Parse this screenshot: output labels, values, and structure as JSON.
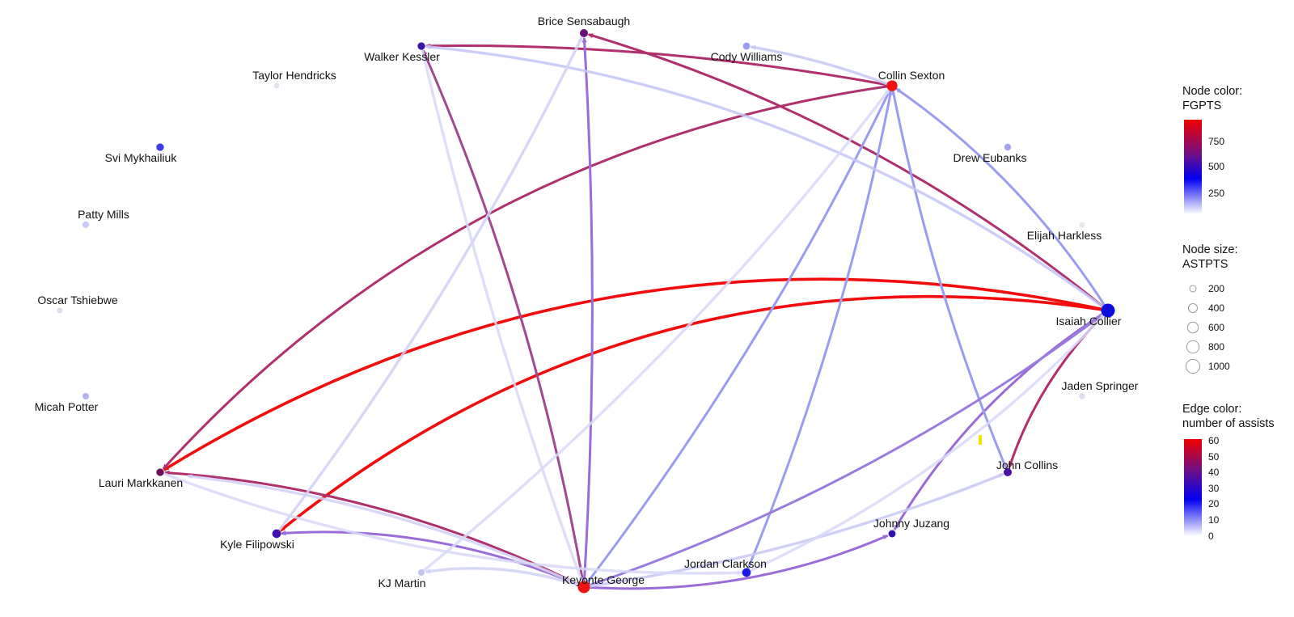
{
  "network": {
    "nodes": [
      {
        "id": "brice",
        "label": "Brice Sensabaugh",
        "color": "#6a0f7a",
        "fgpts": 850,
        "astpts": 200
      },
      {
        "id": "walker",
        "label": "Walker Kessler",
        "color": "#3a13a8",
        "fgpts": 650,
        "astpts": 150
      },
      {
        "id": "cody",
        "label": "Cody Williams",
        "color": "#9a9cf2",
        "fgpts": 300,
        "astpts": 120
      },
      {
        "id": "collin",
        "label": "Collin Sexton",
        "color": "#f21212",
        "fgpts": 950,
        "astpts": 500
      },
      {
        "id": "taylor",
        "label": "Taylor Hendricks",
        "color": "#e2e2ee",
        "fgpts": 30,
        "astpts": 30
      },
      {
        "id": "svi",
        "label": "Svi Mykhailiuk",
        "color": "#3a3be8",
        "fgpts": 550,
        "astpts": 150
      },
      {
        "id": "drew",
        "label": "Drew Eubanks",
        "color": "#a3a4f0",
        "fgpts": 280,
        "astpts": 100
      },
      {
        "id": "patty",
        "label": "Patty Mills",
        "color": "#c9c9f3",
        "fgpts": 150,
        "astpts": 90
      },
      {
        "id": "elijah",
        "label": "Elijah Harkless",
        "color": "#e6e6ee",
        "fgpts": 20,
        "astpts": 40
      },
      {
        "id": "oscar",
        "label": "Oscar Tshiebwe",
        "color": "#dcdcee",
        "fgpts": 40,
        "astpts": 40
      },
      {
        "id": "isaiah",
        "label": "Isaiah Collier",
        "color": "#0c0cdc",
        "fgpts": 500,
        "astpts": 1000
      },
      {
        "id": "jaden",
        "label": "Jaden Springer",
        "color": "#dcdcee",
        "fgpts": 40,
        "astpts": 60
      },
      {
        "id": "micah",
        "label": "Micah Potter",
        "color": "#b4b4f0",
        "fgpts": 180,
        "astpts": 80
      },
      {
        "id": "lauri",
        "label": "Lauri Markkanen",
        "color": "#6a0f5a",
        "fgpts": 900,
        "astpts": 150
      },
      {
        "id": "johncollins",
        "label": "John Collins",
        "color": "#4a10a6",
        "fgpts": 700,
        "astpts": 200
      },
      {
        "id": "johnny",
        "label": "Johnny Juzang",
        "color": "#3311b0",
        "fgpts": 550,
        "astpts": 130
      },
      {
        "id": "kyle",
        "label": "Kyle Filipowski",
        "color": "#3e10b0",
        "fgpts": 600,
        "astpts": 250
      },
      {
        "id": "jordan",
        "label": "Jordan Clarkson",
        "color": "#1a1ae0",
        "fgpts": 450,
        "astpts": 250
      },
      {
        "id": "kj",
        "label": "KJ Martin",
        "color": "#c4c4ee",
        "fgpts": 120,
        "astpts": 80
      },
      {
        "id": "keyonte",
        "label": "Keyonte George",
        "color": "#f21212",
        "fgpts": 950,
        "astpts": 700
      }
    ],
    "edges": [
      {
        "from": "isaiah",
        "to": "lauri",
        "assists": 60,
        "color": "#f20c0c"
      },
      {
        "from": "isaiah",
        "to": "kyle",
        "assists": 58,
        "color": "#f20c0c"
      },
      {
        "from": "collin",
        "to": "lauri",
        "assists": 45,
        "color": "#b0306e"
      },
      {
        "from": "isaiah",
        "to": "brice",
        "assists": 45,
        "color": "#b0306e"
      },
      {
        "from": "collin",
        "to": "walker",
        "assists": 45,
        "color": "#b0306e"
      },
      {
        "from": "isaiah",
        "to": "johncollins",
        "assists": 42,
        "color": "#b0306e"
      },
      {
        "from": "keyonte",
        "to": "lauri",
        "assists": 42,
        "color": "#b0306e"
      },
      {
        "from": "keyonte",
        "to": "walker",
        "assists": 35,
        "color": "#a04890"
      },
      {
        "from": "keyonte",
        "to": "brice",
        "assists": 25,
        "color": "#9a6cd8"
      },
      {
        "from": "keyonte",
        "to": "kyle",
        "assists": 25,
        "color": "#9a6cd8"
      },
      {
        "from": "keyonte",
        "to": "johnny",
        "assists": 25,
        "color": "#9a6cd8"
      },
      {
        "from": "isaiah",
        "to": "johnny",
        "assists": 25,
        "color": "#9a6cd8"
      },
      {
        "from": "keyonte",
        "to": "collin",
        "assists": 20,
        "color": "#9a9cf0"
      },
      {
        "from": "jordan",
        "to": "collin",
        "assists": 20,
        "color": "#9a9cf0"
      },
      {
        "from": "isaiah",
        "to": "collin",
        "assists": 20,
        "color": "#9a9cf0"
      },
      {
        "from": "collin",
        "to": "johncollins",
        "assists": 18,
        "color": "#9a9cf0"
      },
      {
        "from": "keyonte",
        "to": "isaiah",
        "assists": 22,
        "color": "#9a7ce0"
      },
      {
        "from": "isaiah",
        "to": "walker",
        "assists": 8,
        "color": "#c4c6f6"
      },
      {
        "from": "collin",
        "to": "cody",
        "assists": 8,
        "color": "#c8c8f6"
      },
      {
        "from": "keyonte",
        "to": "johncollins",
        "assists": 8,
        "color": "#c8c8f6"
      },
      {
        "from": "keyonte",
        "to": "lauri_back",
        "assists": 5,
        "color": "#d0d0f6"
      },
      {
        "from": "keyonte",
        "to": "kj",
        "assists": 5,
        "color": "#d0d0f6"
      },
      {
        "from": "kyle",
        "to": "brice",
        "assists": 5,
        "color": "#d0d0f6"
      },
      {
        "from": "walker",
        "to": "keyonte",
        "assists": 4,
        "color": "#d8d8f8"
      },
      {
        "from": "lauri",
        "to": "jordan",
        "assists": 4,
        "color": "#d8d8f8"
      },
      {
        "from": "kj",
        "to": "collin",
        "assists": 4,
        "color": "#d8d8f8"
      },
      {
        "from": "jordan",
        "to": "isaiah",
        "assists": 4,
        "color": "#d8d8f8"
      }
    ]
  },
  "legend": {
    "node_color": {
      "title_line1": "Node color:",
      "title_line2": "FGPTS",
      "ticks": [
        "750",
        "500",
        "250"
      ],
      "gradient": [
        "#f20000",
        "#6a0f8a",
        "#0000f0",
        "#ffffff"
      ]
    },
    "node_size": {
      "title_line1": "Node size:",
      "title_line2": "ASTPTS",
      "ticks": [
        "200",
        "400",
        "600",
        "800",
        "1000"
      ]
    },
    "edge_color": {
      "title_line1": "Edge color:",
      "title_line2": "number of assists",
      "ticks": [
        "60",
        "50",
        "40",
        "30",
        "20",
        "10",
        "0"
      ],
      "gradient": [
        "#f20000",
        "#6a0f8a",
        "#0000f0",
        "#ffffff"
      ]
    }
  },
  "stray_mark_color": "#f5e000"
}
